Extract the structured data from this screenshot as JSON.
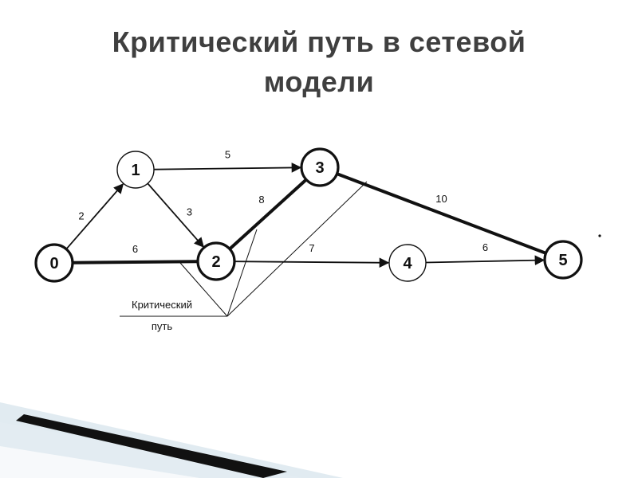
{
  "title": {
    "line1": "Критический путь в сетевой",
    "line2": "модели"
  },
  "network": {
    "nodes": [
      {
        "id": "0",
        "label": "0",
        "critical": true
      },
      {
        "id": "1",
        "label": "1",
        "critical": false
      },
      {
        "id": "2",
        "label": "2",
        "critical": true
      },
      {
        "id": "3",
        "label": "3",
        "critical": true
      },
      {
        "id": "4",
        "label": "4",
        "critical": false
      },
      {
        "id": "5",
        "label": "5",
        "critical": true
      }
    ],
    "edges": [
      {
        "from": "0",
        "to": "1",
        "weight": "2",
        "critical": false
      },
      {
        "from": "0",
        "to": "2",
        "weight": "6",
        "critical": true
      },
      {
        "from": "1",
        "to": "3",
        "weight": "5",
        "critical": false
      },
      {
        "from": "1",
        "to": "2",
        "weight": "3",
        "critical": false
      },
      {
        "from": "2",
        "to": "3",
        "weight": "8",
        "critical": true
      },
      {
        "from": "2",
        "to": "4",
        "weight": "7",
        "critical": false
      },
      {
        "from": "3",
        "to": "5",
        "weight": "10",
        "critical": true
      },
      {
        "from": "4",
        "to": "5",
        "weight": "6",
        "critical": false
      }
    ],
    "annotation": {
      "line1": "Критический",
      "line2": "путь"
    }
  },
  "colors": {
    "title": "#3f3f3f",
    "ink": "#111111",
    "accent_light": "#c9dbe6"
  }
}
